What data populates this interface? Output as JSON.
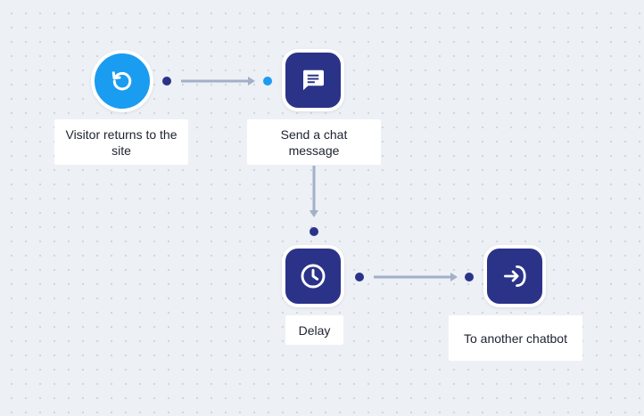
{
  "colors": {
    "trigger": "#1a9cf0",
    "action": "#2b3389",
    "connector": "#a2b0c8",
    "port_out": "#2b3389",
    "port_active": "#1a9cf0"
  },
  "nodes": {
    "visitor_returns": {
      "icon": "refresh-icon",
      "label": "Visitor returns to the site"
    },
    "send_chat": {
      "icon": "chat-message-icon",
      "label": "Send a chat message"
    },
    "delay": {
      "icon": "clock-icon",
      "label": "Delay"
    },
    "another_chatbot": {
      "icon": "enter-arrow-icon",
      "label": "To another chatbot"
    }
  }
}
